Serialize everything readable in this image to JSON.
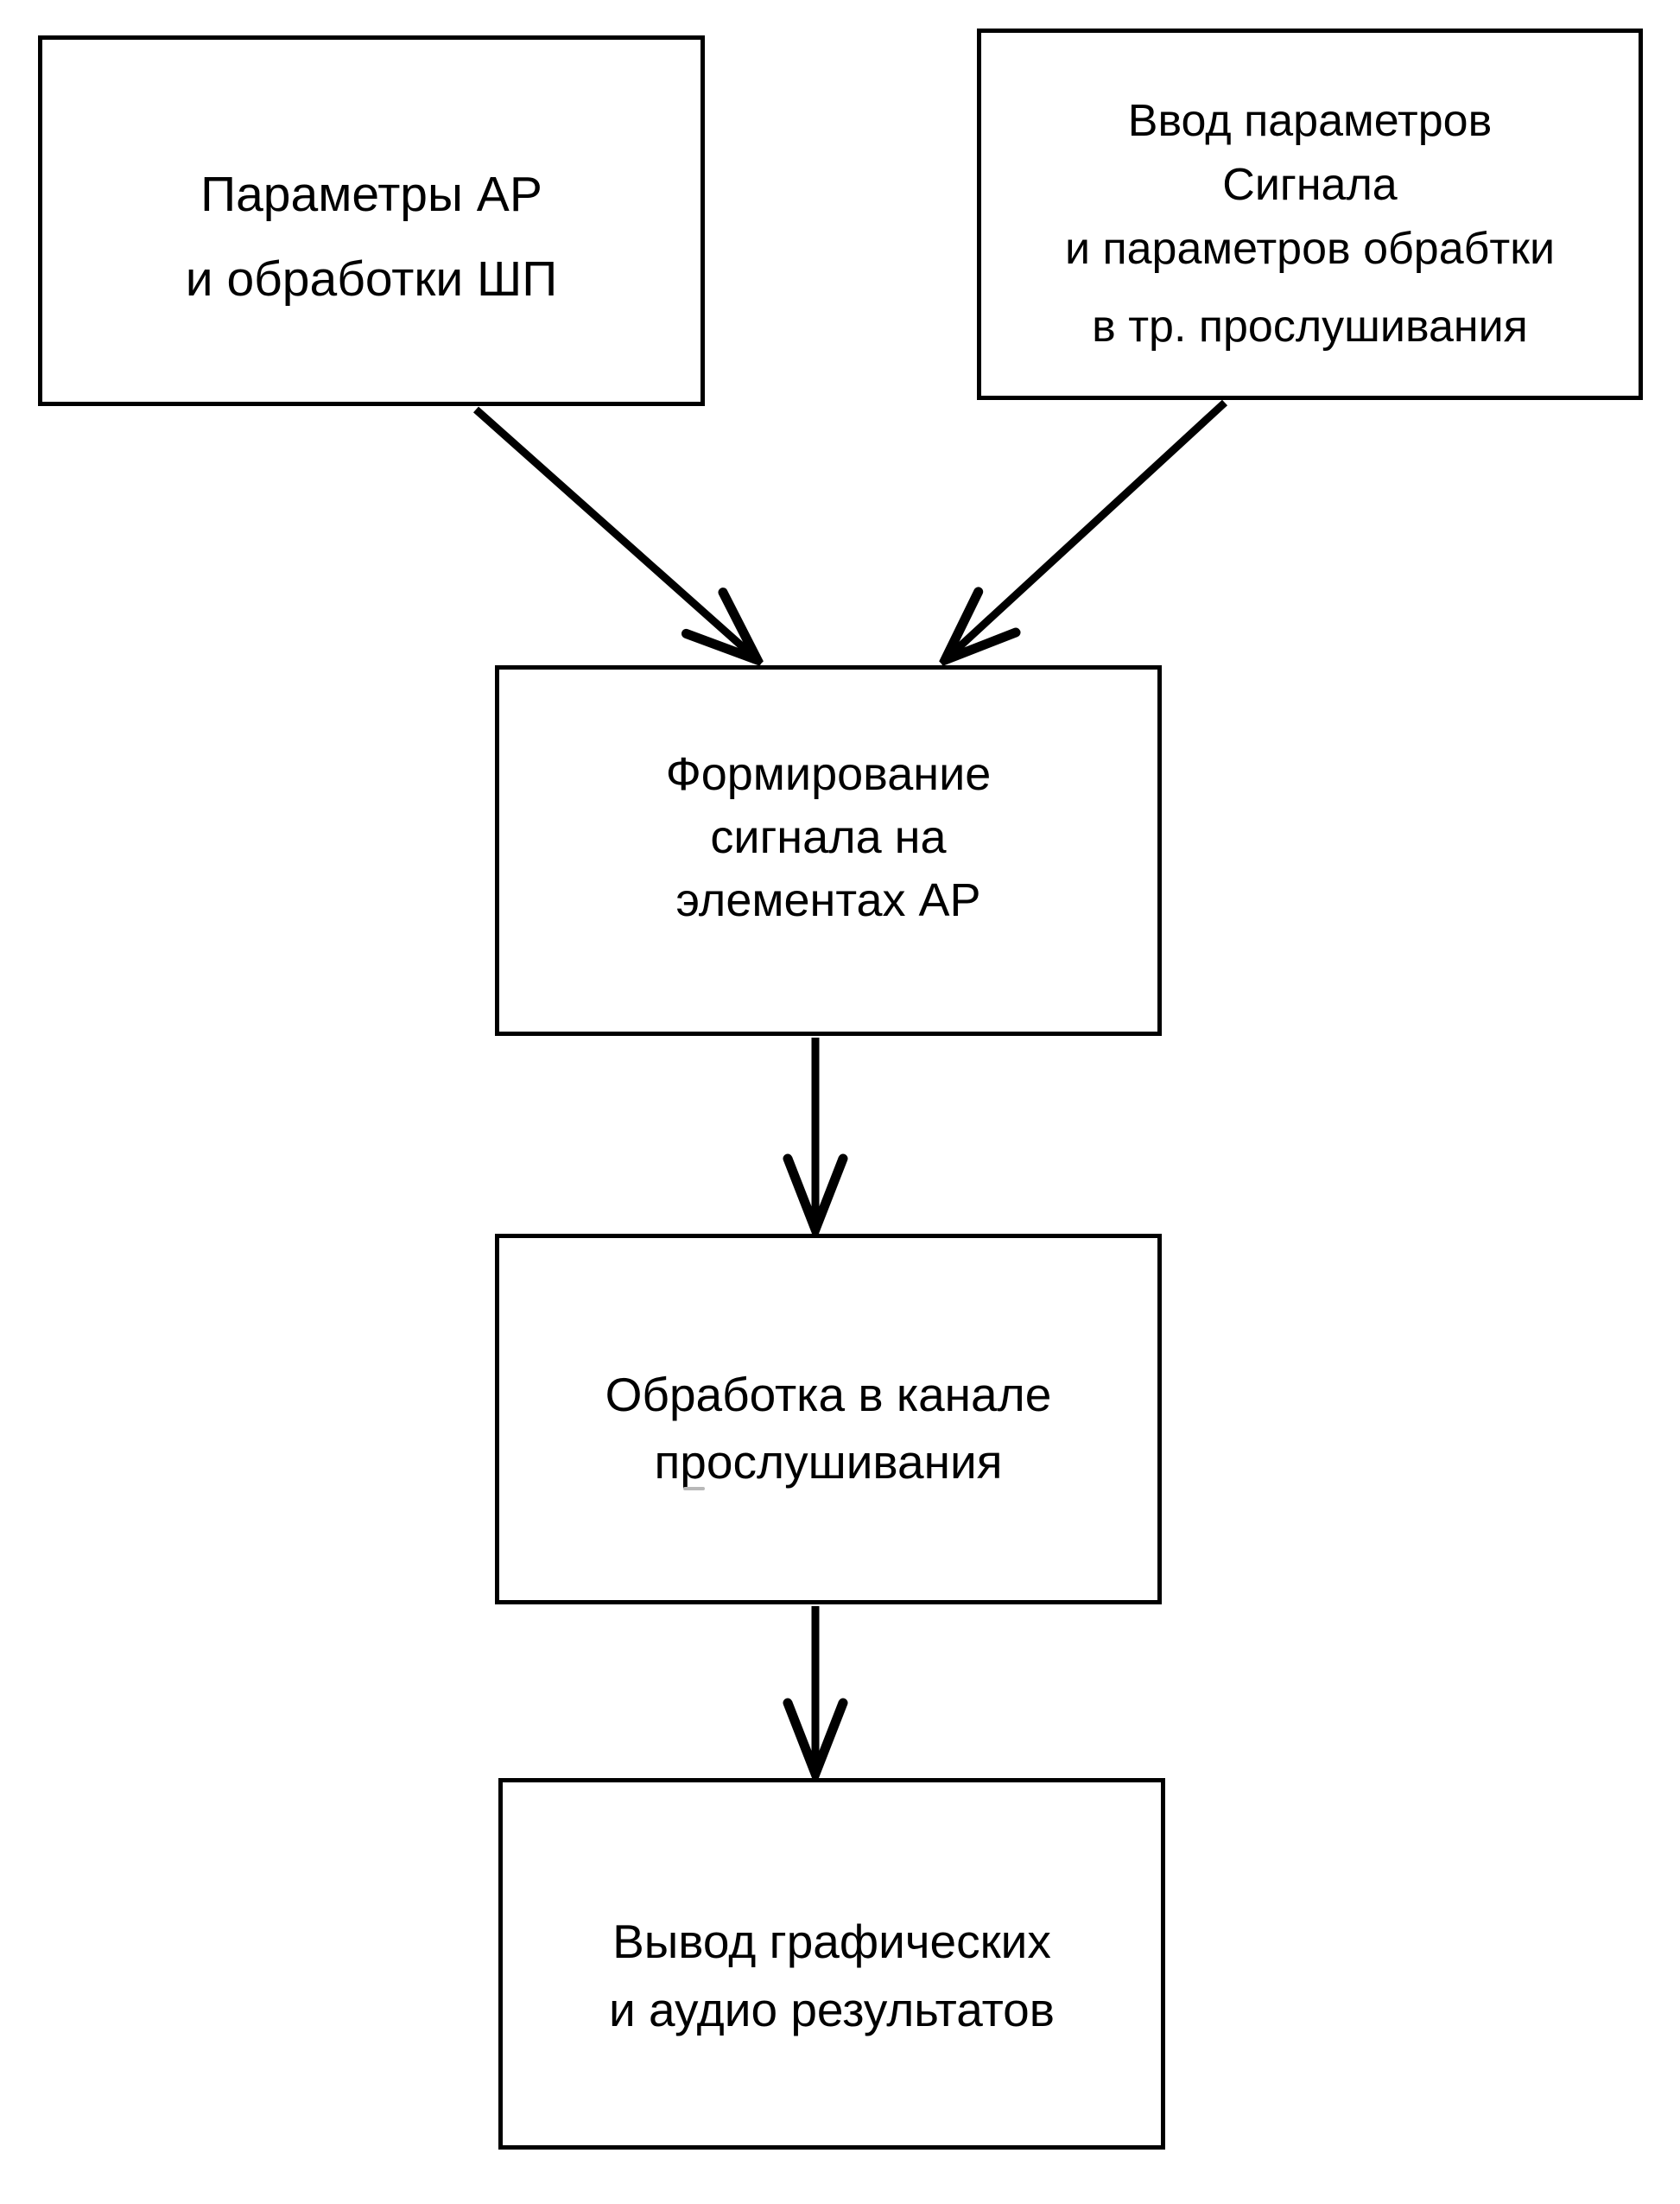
{
  "diagram": {
    "boxes": {
      "ar_params": {
        "lines": [
          "Параметры АР",
          "и обработки ШП"
        ]
      },
      "signal_input": {
        "lines": [
          "Ввод параметров",
          "Сигнала",
          "и параметров обрабтки",
          "в тр. прослушивания"
        ]
      },
      "form_signal": {
        "lines": [
          "Формирование",
          "сигнала на",
          "элементах АР"
        ]
      },
      "processing": {
        "lines": [
          "Обработка в канале",
          "прослушивания"
        ]
      },
      "output": {
        "lines": [
          "Вывод графических",
          "и аудио результатов"
        ]
      }
    },
    "colors": {
      "background": "#ffffff",
      "border": "#000000",
      "text": "#000000",
      "arrow": "#000000"
    }
  }
}
